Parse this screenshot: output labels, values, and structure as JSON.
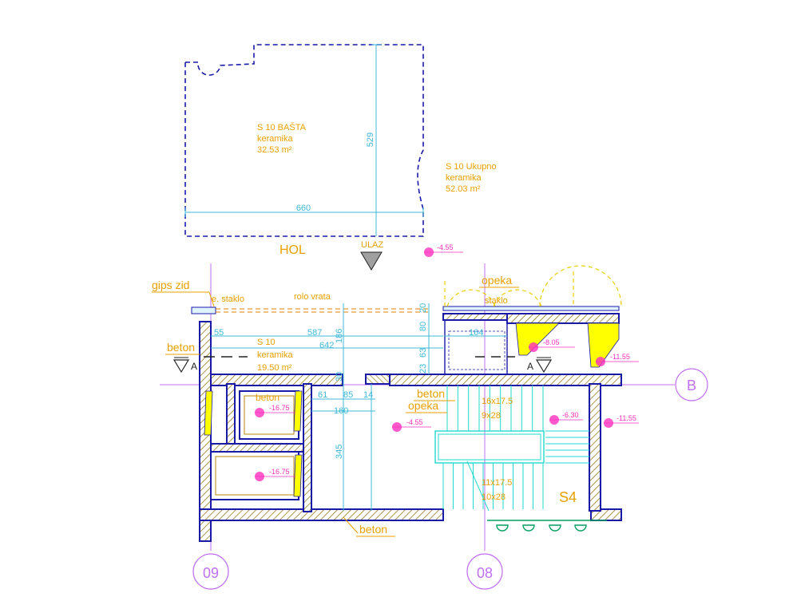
{
  "rooms": {
    "basta": {
      "name": "S 10 BAŠTA",
      "material": "keramika",
      "area": "32.53 m²"
    },
    "ukupno": {
      "name": "S 10 Ukupno",
      "material": "keramika",
      "area": "52.03 m²"
    },
    "s10": {
      "name": "S 10",
      "material": "keramika",
      "area": "19.50 m²"
    }
  },
  "labels": {
    "hol": "HOL",
    "ulaz": "ULAZ",
    "gips_zid": "gips zid",
    "e_staklo": "e. staklo",
    "rolo_vrata": "rolo vrata",
    "opeka_top": "opeka",
    "staklo": "staklo",
    "beton_left": "beton",
    "beton_inner": "beton",
    "beton_right": "beton",
    "opeka_right": "opeka",
    "beton_bottom": "beton",
    "stair1_a": "16x17.5",
    "stair1_b": "9x28",
    "stair2_a": "11x17.5",
    "stair2_b": "10x28",
    "s4": "S4",
    "section_a_left": "A",
    "section_a_right": "A"
  },
  "dimensions": {
    "d660": "660",
    "d529": "529",
    "d55": "55",
    "d587": "587",
    "d642": "642",
    "d186": "186",
    "d80": "80",
    "d20": "20",
    "d164": "164",
    "d23": "23",
    "d63": "63",
    "d30": "30",
    "d61": "61",
    "d85": "85",
    "d14": "14",
    "d160": "160",
    "d345": "345"
  },
  "levels": {
    "l1": "-4.55",
    "l2": "-8.05",
    "l3": "-11.55",
    "l4": "-16.75",
    "l5": "-6.30",
    "l6": "-11.55",
    "l7": "-4.55",
    "l8": "-16.75"
  },
  "axes": {
    "b": "B",
    "a09": "09",
    "a08": "08"
  },
  "colors": {
    "wall": "#1a1aa8",
    "hatch": "#b8860b",
    "dimension": "#3fb8d8",
    "text_orange": "#e8a000",
    "level_magenta": "#ff2fbf",
    "axis_purple": "#c070f0",
    "fill_yellow": "#ffff00"
  }
}
